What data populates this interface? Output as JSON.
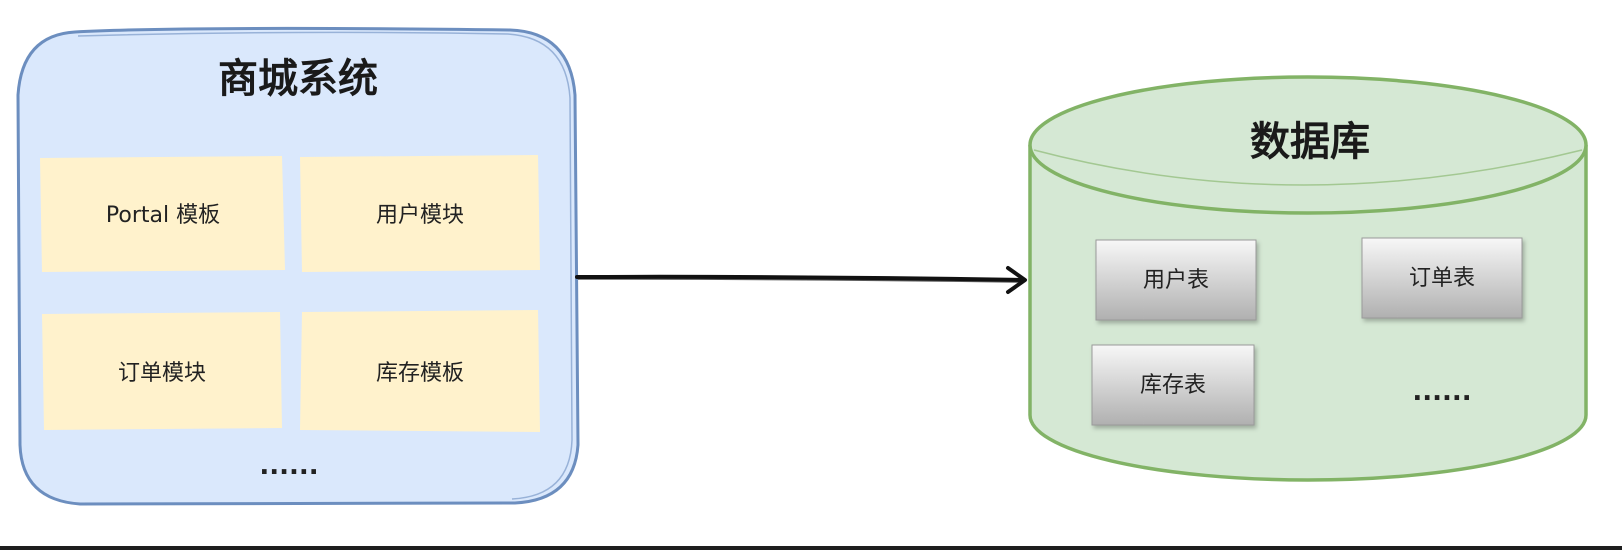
{
  "system": {
    "title": "商城系统",
    "modules": [
      "Portal 模板",
      "用户模块",
      "订单模块",
      "库存模板"
    ],
    "more": "......"
  },
  "database": {
    "title": "数据库",
    "tables": [
      "用户表",
      "订单表",
      "库存表"
    ],
    "more": "......"
  },
  "colors": {
    "system_fill": "#dae8fc",
    "system_stroke": "#6c8ebf",
    "module_fill": "#fff2cc",
    "db_fill": "#d5e8d4",
    "db_stroke": "#82b366",
    "table_fill_top": "#f5f5f5",
    "table_fill_bottom": "#b3b3b3",
    "arrow": "#111111"
  }
}
